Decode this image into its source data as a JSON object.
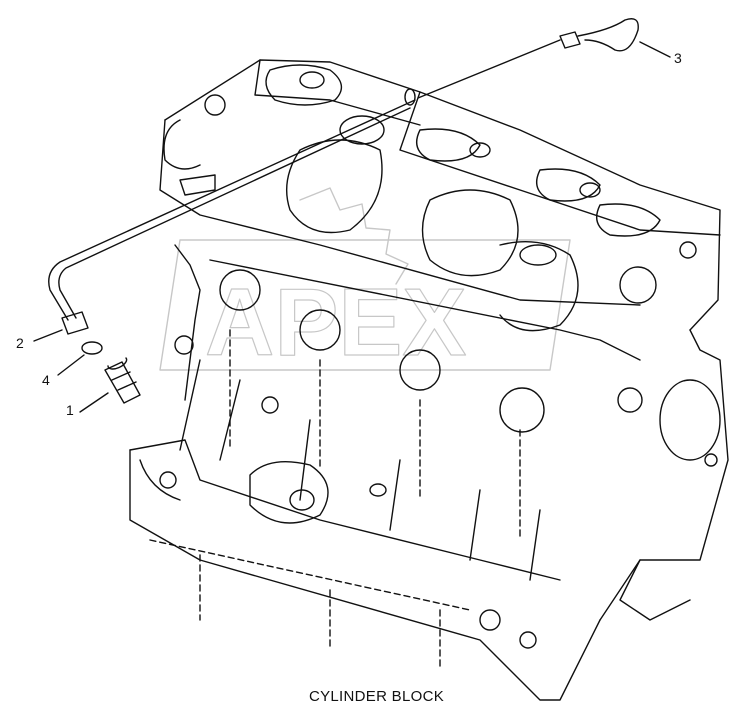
{
  "caption": "CYLINDER BLOCK",
  "callouts": [
    {
      "id": "1",
      "label": "1"
    },
    {
      "id": "2",
      "label": "2"
    },
    {
      "id": "3",
      "label": "3"
    },
    {
      "id": "4",
      "label": "4"
    }
  ],
  "watermark": {
    "text": "APEX"
  },
  "colors": {
    "line": "#111111",
    "watermark": "#9a9a9a",
    "background": "#ffffff"
  }
}
